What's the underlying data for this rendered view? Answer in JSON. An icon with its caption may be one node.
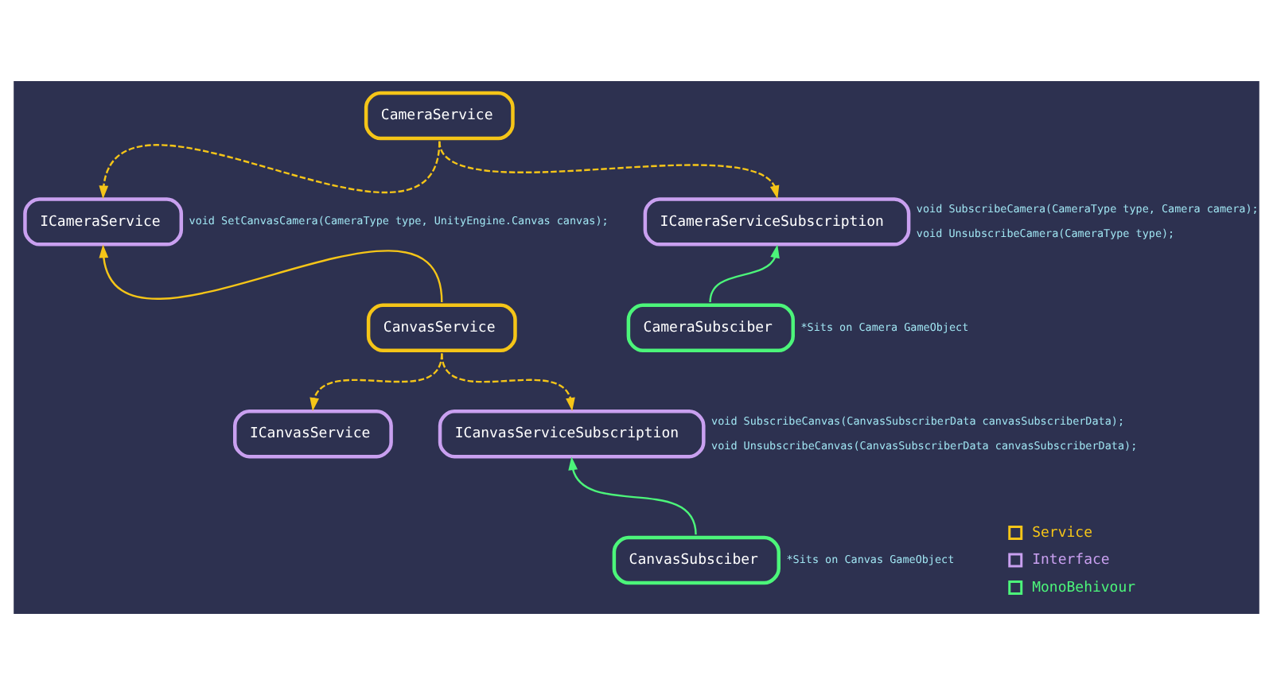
{
  "diagram": {
    "nodes": [
      {
        "text": [
          "CameraService"
        ]
      },
      {
        "text": [
          "ICameraService"
        ],
        "beside": [
          "void SetCanvasCamera(CameraType type, UnityEngine.Canvas canvas);"
        ]
      },
      {
        "text": [
          "ICameraServiceSubscription"
        ],
        "beside": [
          "void SubscribeCamera(CameraType type, Camera camera);",
          "void UnsubscribeCamera(CameraType type);"
        ]
      },
      {
        "text": [
          "CanvasService"
        ]
      },
      {
        "text": [
          "CameraSubsciber"
        ],
        "beside": [
          "*Sits on Camera GameObject"
        ]
      },
      {
        "text": [
          "ICanvasService"
        ]
      },
      {
        "text": [
          "ICanvasServiceSubscription"
        ],
        "beside": [
          "void SubscribeCanvas(CanvasSubscriberData canvasSubscriberData);",
          "void UnsubscribeCanvas(CanvasSubscriberData canvasSubscriberData);"
        ]
      },
      {
        "text": [
          "CanvasSubsciber"
        ],
        "beside": [
          "*Sits on Canvas GameObject"
        ]
      }
    ],
    "edges": [
      {
        "from": 0,
        "to": 1,
        "arrow": "to",
        "style": "dashed"
      },
      {
        "from": 0,
        "to": 2,
        "arrow": "to",
        "style": "dashed"
      },
      {
        "from": 3,
        "to": 1,
        "arrow": "to"
      },
      {
        "from": 4,
        "to": 2,
        "arrow": "to",
        "color": "#4cf57a"
      },
      {
        "from": 3,
        "to": 5,
        "arrow": "to",
        "style": "dashed"
      },
      {
        "from": 3,
        "to": 6,
        "arrow": "to",
        "style": "dashed"
      },
      {
        "from": 7,
        "to": 6,
        "arrow": "to",
        "color": "#4cf57a"
      }
    ],
    "legend": [
      {
        "text": "Service",
        "color": "#f5c518"
      },
      {
        "text": "Interface",
        "color": "#c9a0f0"
      },
      {
        "text": "MonoBehivour",
        "color": "#4cf57a"
      }
    ]
  }
}
